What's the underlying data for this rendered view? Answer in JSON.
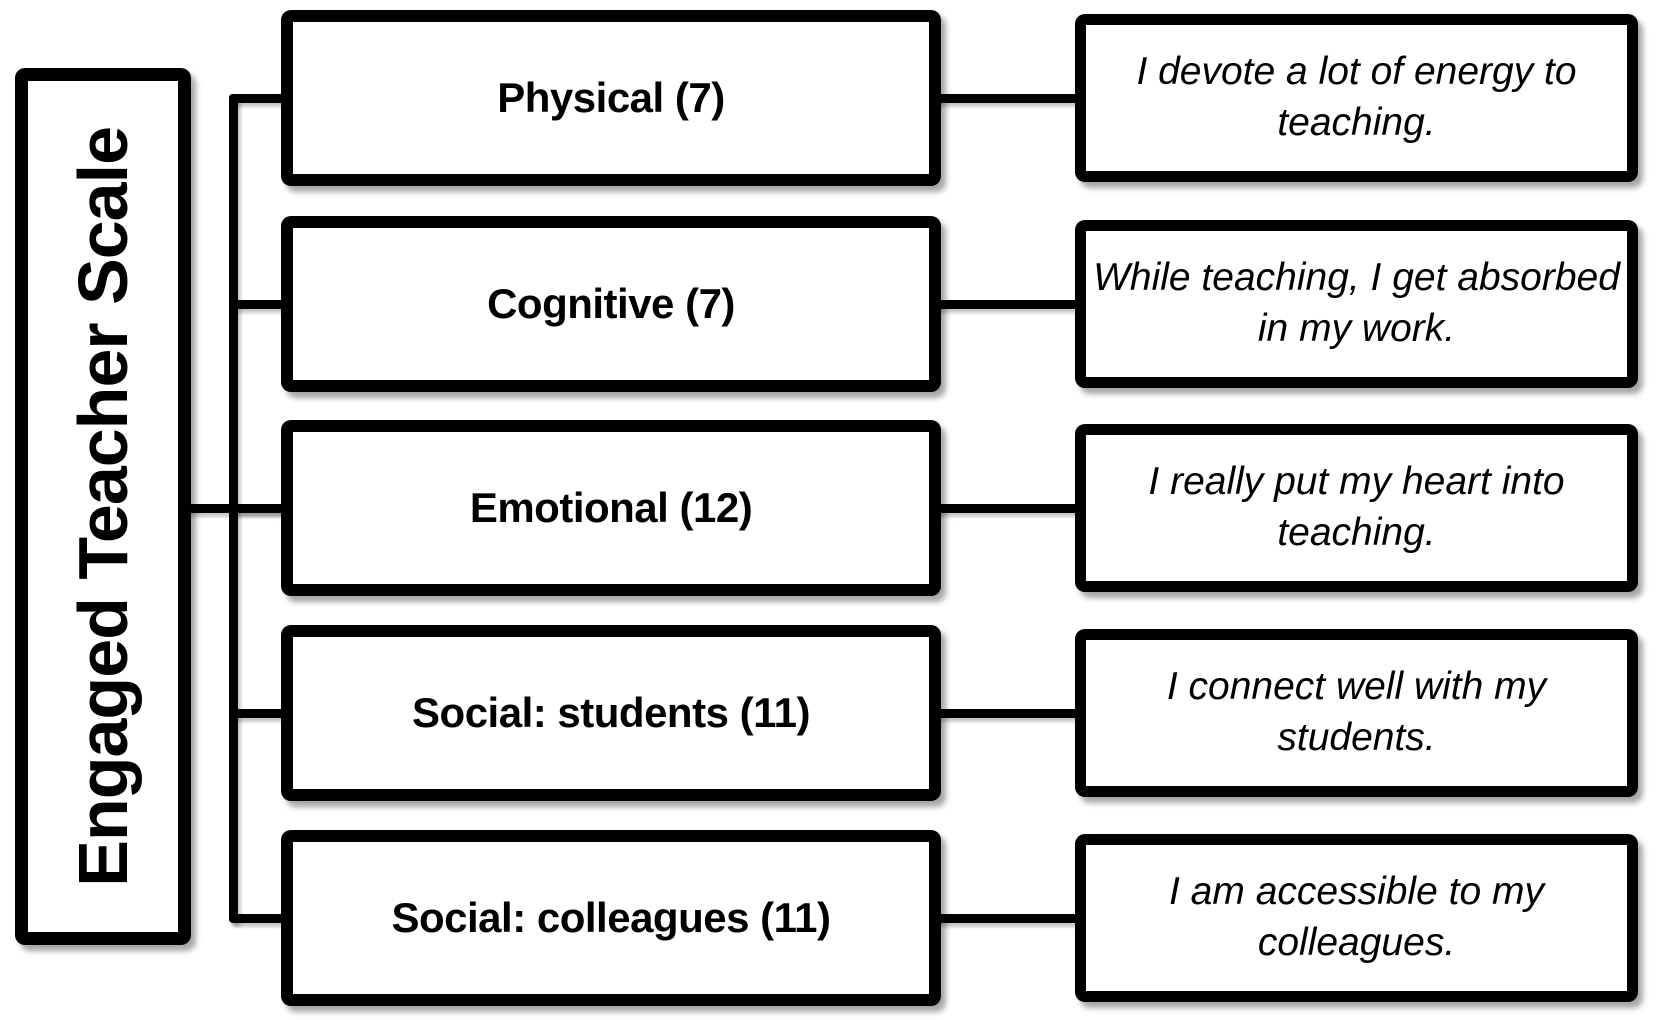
{
  "title": {
    "label": "Engaged Teacher Scale"
  },
  "rows": [
    {
      "dimension": "Physical (7)",
      "example": "I devote a lot of energy to teaching."
    },
    {
      "dimension": "Cognitive (7)",
      "example": "While teaching, I get absorbed in my work."
    },
    {
      "dimension": "Emotional (12)",
      "example": "I really put my heart into teaching."
    },
    {
      "dimension": "Social: students (11)",
      "example": "I connect well with my students."
    },
    {
      "dimension": "Social: colleagues (11)",
      "example": "I am accessible to my colleagues."
    }
  ],
  "colors": {
    "border": "#000000",
    "background": "#ffffff",
    "text": "#000000"
  }
}
